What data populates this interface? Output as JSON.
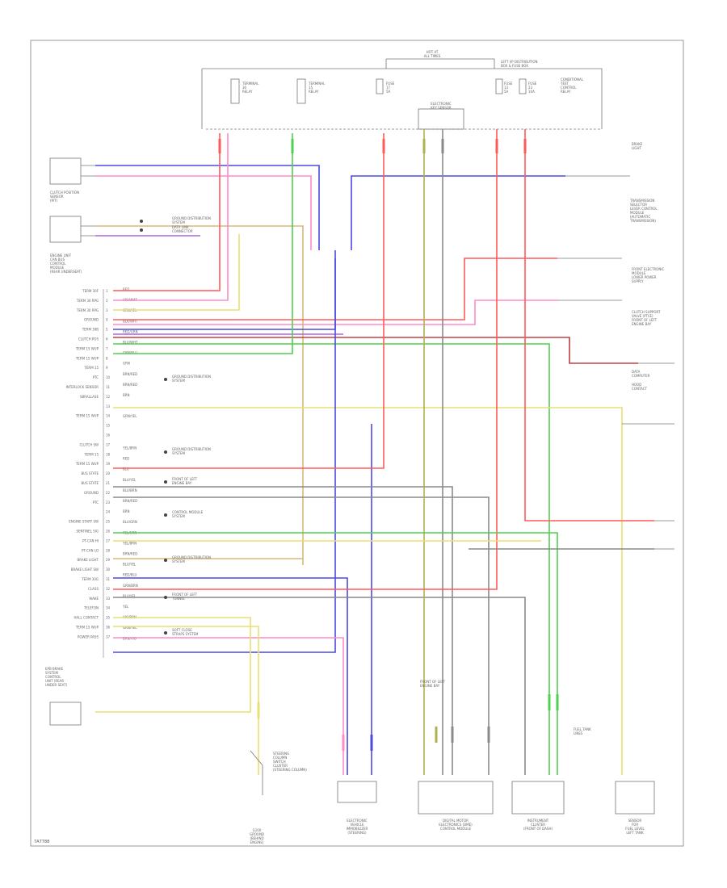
{
  "diagram": {
    "page_code": "7A7788",
    "top": {
      "hot_at_all_times": "HOT AT\nALL TIMES",
      "distribution_label": "LEFT I/P DISTRIBUTION\nBOX & FUSE BOX",
      "fuses": [
        {
          "label": "TERMINAL\n30\nRELAY"
        },
        {
          "label": "TERMINAL\n15\nRELAY"
        },
        {
          "label": "FUSE\n17\n5A"
        },
        {
          "label": "FUSE\n13\n5A"
        },
        {
          "label": "FUSE\n23\n10A"
        },
        {
          "label": "CONDITIONAL\nTEST\nCONTROL\nRELAY"
        }
      ],
      "connector_label": "ELECTRONIC\nKEY SENSOR"
    },
    "left_components": [
      {
        "label": "CLUTCH POSITION\nSENSOR\n(MT)"
      },
      {
        "label": "ENGINE UNIT\nCAN BUS\nCONTROL\nMODULE\n(REAR UNDERSEAT)"
      },
      {
        "label": "EPB BRAKE\nSYSTEM\nCONTROL\nUNIT (REAR\nUNDER SEAT)"
      }
    ],
    "pin_labels": [
      "TERM 30F",
      "TERM 30 RPG",
      "TERM 30 RPG",
      "GROUND",
      "TERM 30B",
      "CLUTCH POS",
      "TERM 15 WUP",
      "TERM 15 WUP",
      "TERM 15",
      "PTC",
      "INTERLOCK SENSOR",
      "SBRALLASE",
      "",
      "TERM 15 WUP",
      "",
      "",
      "CLUTCH SW",
      "TERM 15",
      "TERM 15 WUP",
      "BUS STATE",
      "BUS STATE",
      "GROUND",
      "PTC",
      "",
      "ENGINE START SW",
      "SENTINEL SIG",
      "PT-CAN HI",
      "PT-CAN LO",
      "BRAKE LIGHT",
      "BRAKE LIGHT SW",
      "TERM 30G",
      "CLASS",
      "WAKE",
      "TELEFON",
      "HALL CONTACT",
      "TERM 15 WUP",
      "POWER PASS"
    ],
    "wire_colors_left": [
      "RED",
      "VIO/WHT",
      "GRN/YEL",
      "BLK/WHT",
      "RED/GRN",
      "BLU/WHT",
      "GRN/BLU",
      "GRN",
      "BRN/RED",
      "BRN/RED",
      "BRN",
      "",
      "GRN/YEL",
      "",
      "",
      "YEL/BRN",
      "RED",
      "BLU",
      "BLU/YEL",
      "BLU/BRN",
      "BRN/RED",
      "BRN",
      "BLU/GRN",
      "YEL/GRN",
      "YEL/BRN",
      "BRN/RED",
      "BLU/YEL",
      "RED/BLU",
      "GRN/BRN",
      "BLU/YEL",
      "YEL",
      "VIO/BRN",
      "GRN/YEL",
      "BRN/VIO"
    ],
    "splice_labels": [
      "GROUND DISTRIBUTION\nSYSTEM",
      "GROUND DISTRIBUTION\nSYSTEM",
      "FRONT OF LEFT\nENGINE BAY",
      "CONTROL MODULE\nSYSTEM",
      "GROUND DISTRIBUTION\nSYSTEM",
      "FRONT OF LEFT\nTUNNEL",
      "SOFT CLOSE\nSTRAPS SYSTEM",
      "GROUND DISTRIBUTION\nSYSTEM",
      "DATA LINK\nCONNECTOR"
    ],
    "right_labels": [
      "TRANSMISSION\nSELECTOR\nLEVER CONTROL\nMODULE\n(AUTOMATIC\nTRANSMISSION)",
      "FRONT ELECTRONIC\nMODULE\nLOWER POWER\nSUPPLY",
      "CLUTCH SUPPORT\nVALVE (PTCE)\nFRONT OF LEFT\nENGINE BAY",
      "DATA\nCOMPUTER",
      "BRAKE\nLIGHT",
      "HOOD\nCONTACT"
    ],
    "bottom_components": [
      {
        "label": "STEERING\nCOLUMN\nSWITCH\nCLUSTER\n(STEERING COLUMN)"
      },
      {
        "label": "ELECTRONIC\nVEHICLE\nIMMOBILIZER\n(STEERING)"
      },
      {
        "label": "DIGITAL MOTOR\nELECTRONICS (DME)\nCONTROL MODULE"
      },
      {
        "label": "INSTRUMENT\nCLUSTER\n(FRONT OF DASH)"
      },
      {
        "label": "SENSOR\nFOR\nFUEL LEVEL\nLEFT TANK"
      }
    ],
    "misc": {
      "front_left_engine_bay": "FRONT OF LEFT\nENGINE BAY",
      "ground_g100": "G100\nGROUND\n(BEHIND\nENGINE)",
      "fuel_note": "FUEL TANK\nLINES"
    }
  },
  "colors": {
    "red": "#ff5a5a",
    "pink": "#ff8ac8",
    "blue": "#4a4ae0",
    "violet": "#b060e0",
    "green": "#50d050",
    "yellow": "#e8e070",
    "olive": "#b0b050",
    "tan": "#d8b878",
    "gray": "#8a8a8a",
    "black": "#222222",
    "dark_red": "#c04040"
  }
}
